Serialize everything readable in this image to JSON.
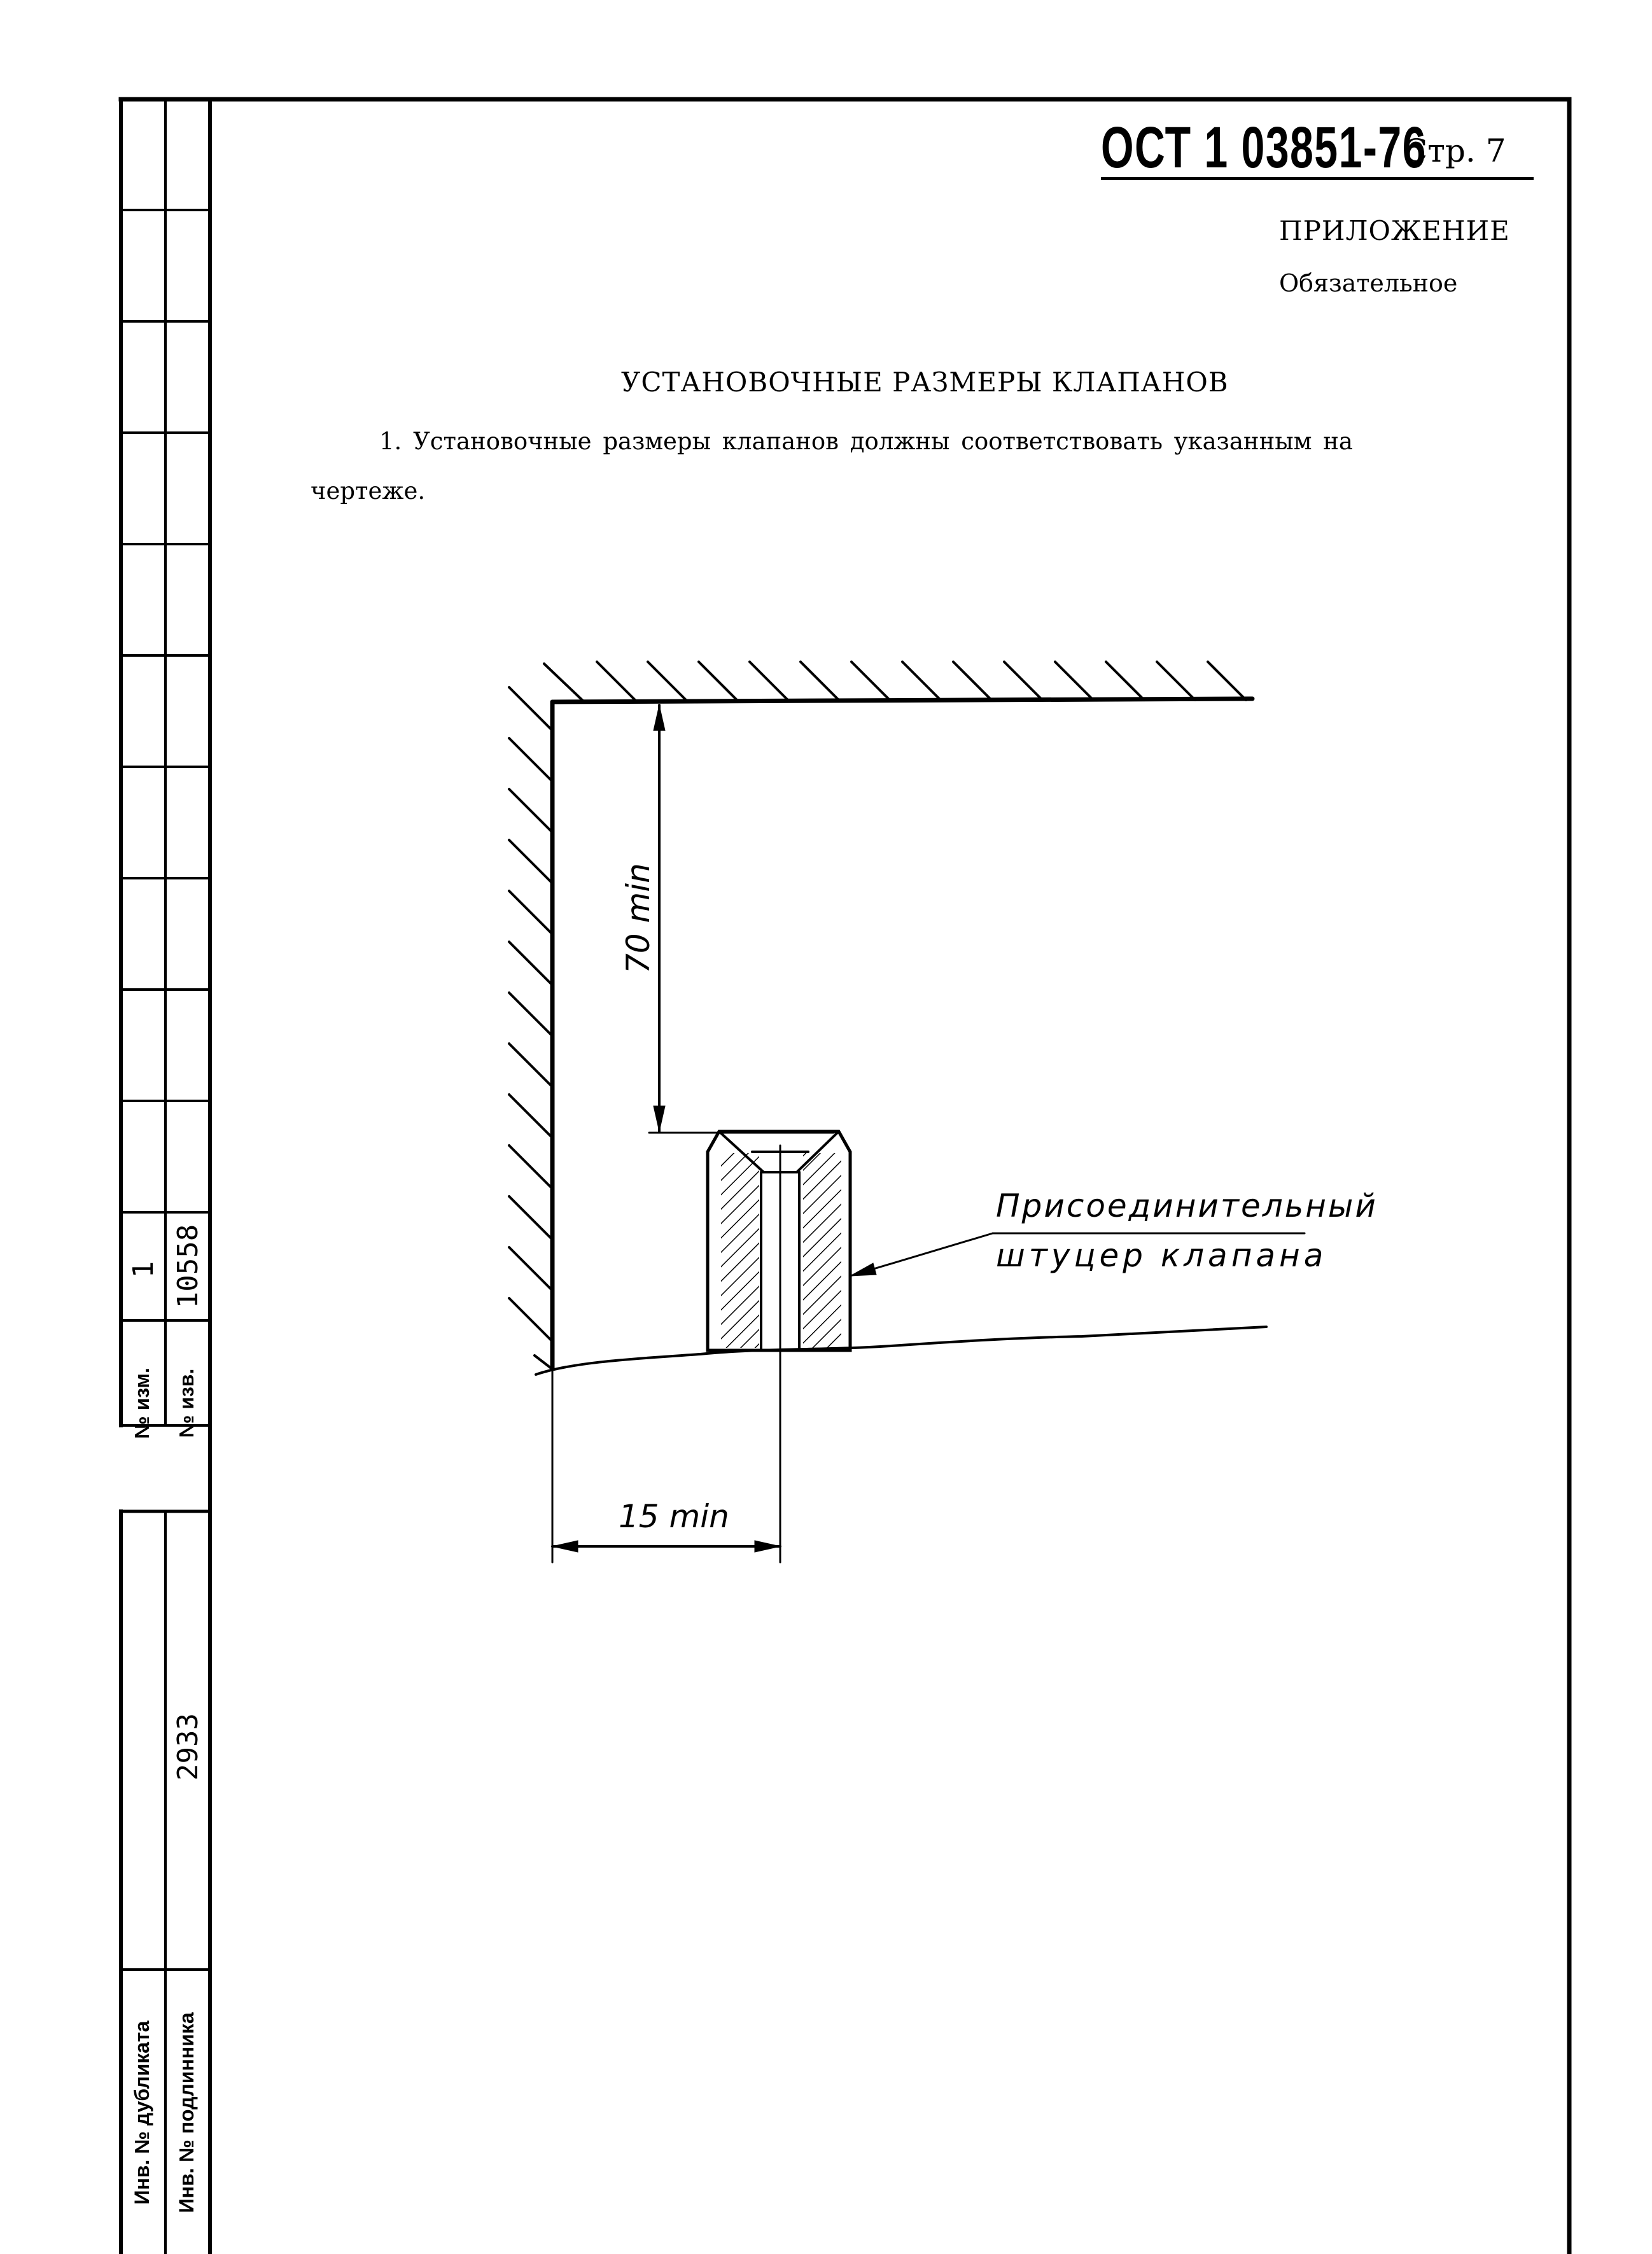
{
  "header": {
    "standard_number": "ОСТ 1 03851-76",
    "page_label": "Стр. 7"
  },
  "appendix": {
    "title": "ПРИЛОЖЕНИЕ",
    "status": "Обязательное"
  },
  "section": {
    "title": "УСТАНОВОЧНЫЕ РАЗМЕРЫ КЛАПАНОВ",
    "paragraph_line1": "1. Установочные размеры клапанов должны соответствовать указанным на",
    "paragraph_line2": "чертеже."
  },
  "drawing": {
    "dim_vertical": "70 min",
    "dim_horizontal": "15 min",
    "callout_line1": "Присоединительный",
    "callout_line2": "штуцер клапана"
  },
  "side_stamp": {
    "change_no_label": "№ изм.",
    "change_no_value": "1",
    "notice_no_label": "№ изв.",
    "notice_no_value": "10558",
    "duplicate_label": "Инв. № дубликата",
    "duplicate_value": "",
    "original_label": "Инв. № подлинника",
    "original_value": "2933"
  }
}
